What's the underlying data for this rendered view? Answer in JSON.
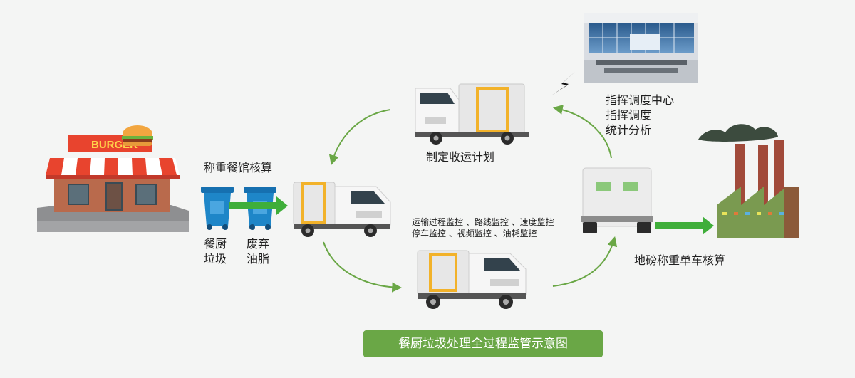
{
  "store": {
    "sign": "BURGER"
  },
  "labels": {
    "weigh_restaurant": "称重餐馆核算",
    "bin_kitchen": [
      "餐厨",
      "垃圾"
    ],
    "bin_grease": [
      "废弃",
      "油脂"
    ],
    "plan": "制定收运计划",
    "monitoring": [
      "运输过程监控 、路线监控 、速度监控",
      "停车监控 、视频监控 、油耗监控"
    ],
    "control_center": [
      "指挥调度中心",
      "指挥调度",
      "统计分析"
    ],
    "scale": "地磅称重单车核算"
  },
  "caption": "餐厨垃圾处理全过程监管示意图",
  "colors": {
    "green": "#6aa746",
    "arrow_green": "#3fae3a",
    "bin_blue": "#1e86c8",
    "roof_red": "#e8442e",
    "factory": "#7a9a50",
    "smoke": "#3c4b3e"
  }
}
